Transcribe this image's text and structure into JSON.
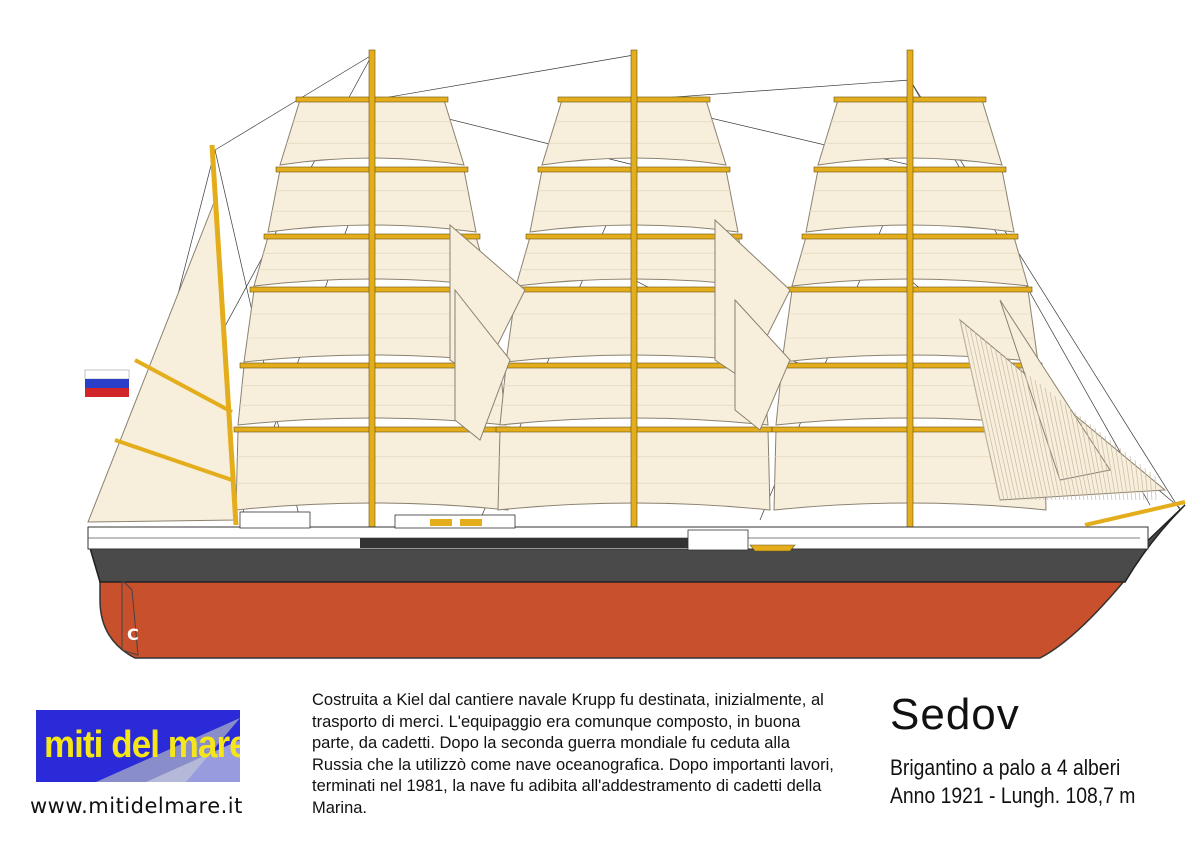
{
  "ship": {
    "colors": {
      "sail": "#f7eedb",
      "sail_edge": "#8a8270",
      "spar": "#e3ad1c",
      "hull_top": "#4a4a4a",
      "hull_bottom": "#c9502c",
      "deck": "#ffffff",
      "rope": "#3a3a3a"
    }
  },
  "logo": {
    "text": "miti del mare",
    "url": "www.mitidelmare.it",
    "bg_color": "#2a2ad8",
    "text_color": "#f5e61a"
  },
  "description": "Costruita a Kiel dal cantiere navale Krupp fu destinata, inizialmente, al trasporto di merci. L'equipaggio era comunque composto, in buona parte, da cadetti. Dopo la seconda guerra mondiale fu ceduta alla Russia che la utilizzò come nave oceanografica. Dopo importanti lavori, terminati nel 1981, la nave fu adibita all'addestramento di cadetti della Marina.",
  "title": "Sedov",
  "subtitle_line1": "Brigantino a palo a 4 alberi",
  "subtitle_line2": "Anno 1921 - Lungh. 108,7 m"
}
